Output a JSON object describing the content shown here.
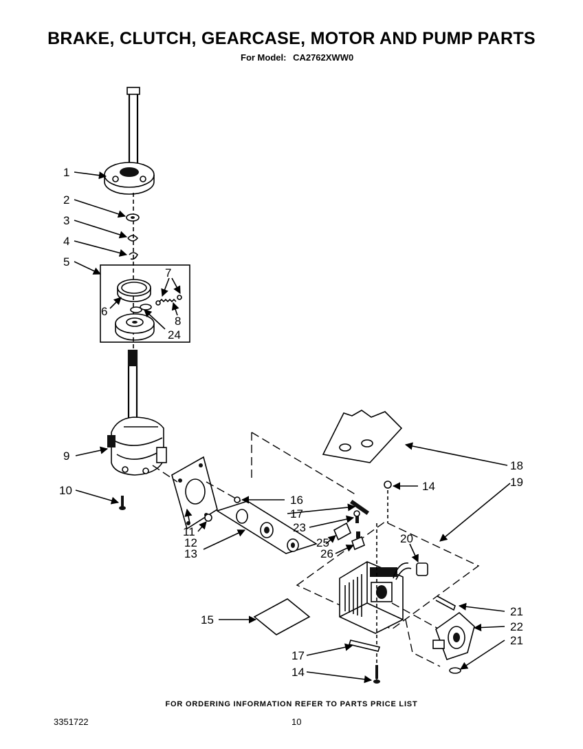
{
  "header": {
    "title": "BRAKE, CLUTCH, GEARCASE, MOTOR AND PUMP PARTS",
    "model_label": "For Model:",
    "model_value": "CA2762XWW0"
  },
  "footer": {
    "ordering_note": "FOR ORDERING INFORMATION REFER TO PARTS PRICE LIST",
    "document_number": "3351722",
    "page_number": "10"
  },
  "callouts": {
    "c1": "1",
    "c2": "2",
    "c3": "3",
    "c4": "4",
    "c5": "5",
    "c6": "6",
    "c7": "7",
    "c8": "8",
    "c24": "24",
    "c9": "9",
    "c10": "10",
    "c11": "11",
    "c12": "12",
    "c13": "13",
    "c14a": "14",
    "c14b": "14",
    "c15": "15",
    "c16": "16",
    "c17a": "17",
    "c17b": "17",
    "c18": "18",
    "c19": "19",
    "c20": "20",
    "c21a": "21",
    "c21b": "21",
    "c22": "22",
    "c23": "23",
    "c25": "25",
    "c26": "26"
  }
}
